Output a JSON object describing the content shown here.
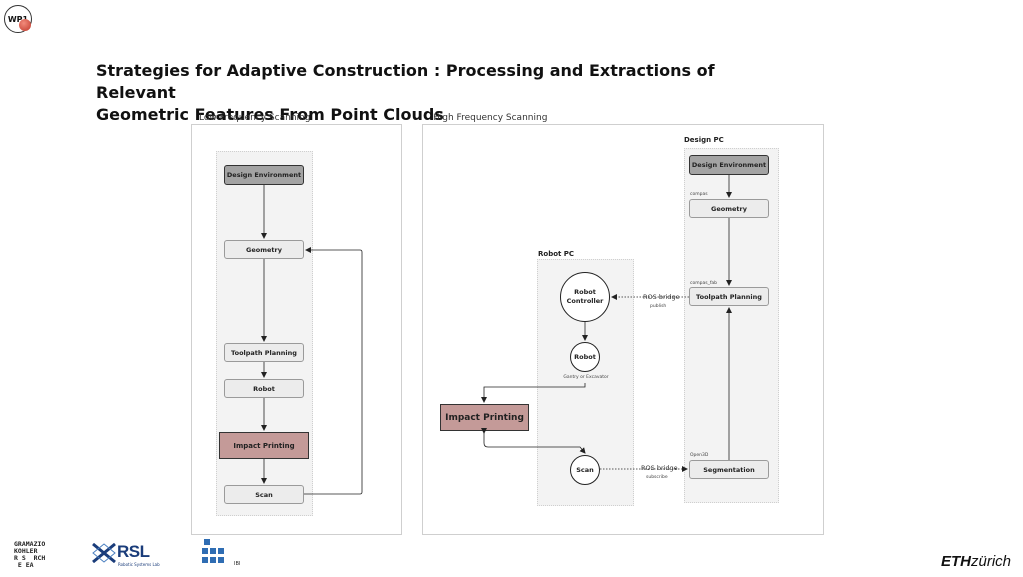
{
  "badge": {
    "label": "WP1"
  },
  "title": {
    "line1": "Strategies for Adaptive Construction : Processing and Extractions of Relevant",
    "line2": "Geometric Features From Point Clouds"
  },
  "low_frequency": {
    "label": "Low Frequency Scanning",
    "nodes": {
      "design_environment": "Design Environment",
      "geometry": "Geometry",
      "toolpath_planning": "Toolpath Planning",
      "robot": "Robot",
      "impact_printing": "Impact Printing",
      "scan": "Scan"
    }
  },
  "high_frequency": {
    "label": "High Frequency Scanning",
    "design_pc": {
      "label": "Design PC",
      "design_environment": "Design Environment",
      "compas_note": "compas",
      "geometry": "Geometry",
      "compas_fab_note": "compas_fab",
      "toolpath_planning": "Toolpath Planning",
      "open3d_note": "Open3D",
      "segmentation": "Segmentation"
    },
    "robot_pc": {
      "label": "Robot PC",
      "robot_controller": "Robot Controller",
      "robot": "Robot",
      "robot_note": "Gantry or Excavator",
      "scan": "Scan"
    },
    "impact_printing": "Impact Printing",
    "ros_bridge_top": {
      "label": "ROS bridge",
      "sub": "publish"
    },
    "ros_bridge_bottom": {
      "label": "ROS bridge",
      "sub": "subscribe"
    }
  },
  "logos": {
    "gramazio_kohler": "GRAMAZIO\nKOHLER\nR S  RCH\n E EA",
    "rsl": "RSL",
    "rsl_sub": "Robotic Systems Lab",
    "ibi": "IBI",
    "eth_bold": "ETH",
    "eth_light": "zürich"
  },
  "colors": {
    "impact_fill": "#c49a98",
    "dark_node_fill": "#a3a3a3",
    "rsl_blue": "#1a3c7a",
    "ibi_blue": "#2f6db3",
    "badge_dot": "#c0392b"
  }
}
